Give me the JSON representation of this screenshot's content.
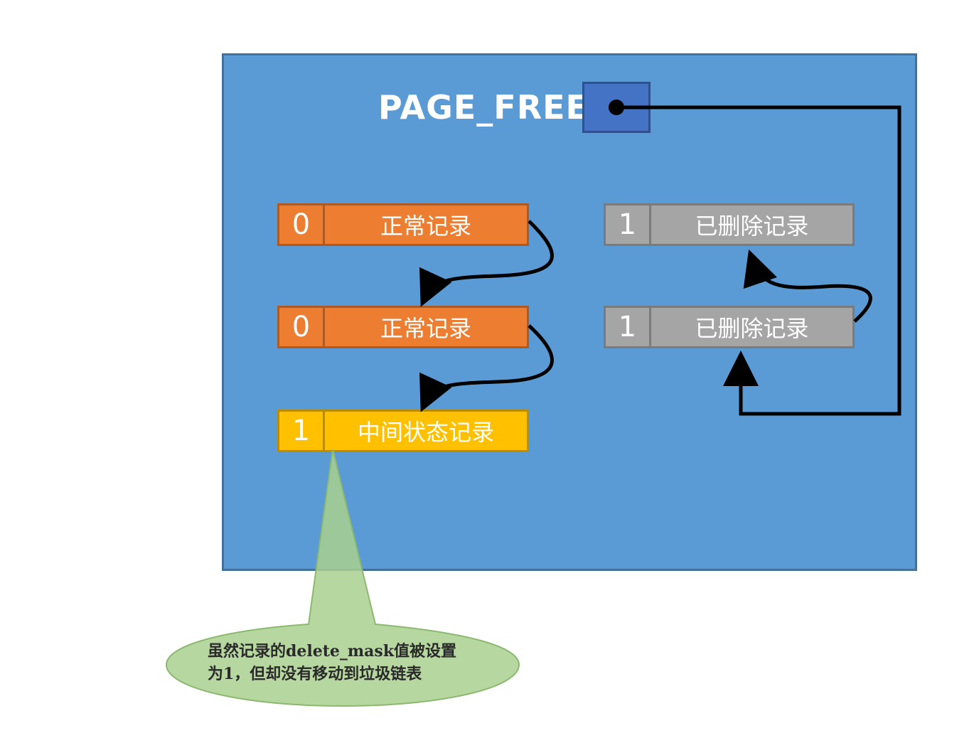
{
  "page_free": {
    "label": "PAGE_FREE:"
  },
  "records": [
    {
      "flag": "0",
      "label": "正常记录",
      "kind": "normal",
      "color": "#ed7d31"
    },
    {
      "flag": "0",
      "label": "正常记录",
      "kind": "normal",
      "color": "#ed7d31"
    },
    {
      "flag": "1",
      "label": "中间状态记录",
      "kind": "intermediate",
      "color": "#ffc000"
    },
    {
      "flag": "1",
      "label": "已删除记录",
      "kind": "deleted",
      "color": "#a5a5a5"
    },
    {
      "flag": "1",
      "label": "已删除记录",
      "kind": "deleted",
      "color": "#a5a5a5"
    }
  ],
  "callout": {
    "line1": "虽然记录的delete_mask值被设置",
    "line2": "为1，但却没有移动到垃圾链表",
    "color": "#a9d08e"
  },
  "colors": {
    "page_background": "#5b9bd5",
    "pointer_box": "#4472c4",
    "arrow": "#000000"
  }
}
